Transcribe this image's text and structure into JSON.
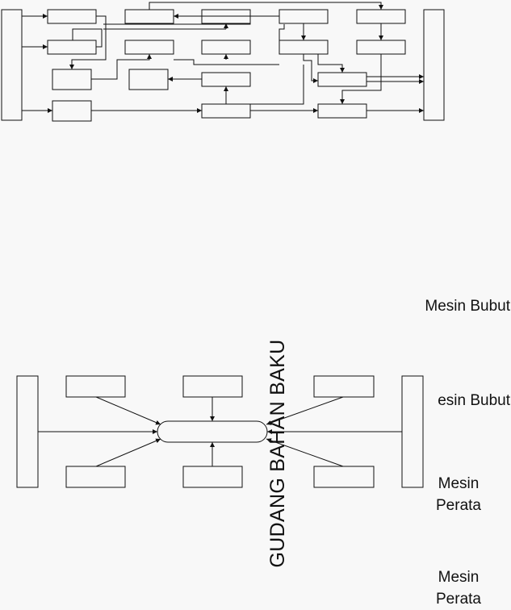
{
  "labels": {
    "mesin_bubut_1": "Mesin Bubut",
    "mesin_bubut_2": "esin Bubut",
    "mesin_perata_1": {
      "line1": "Mesin",
      "line2": "Perata"
    },
    "mesin_perata_2": {
      "line1": "Mesin",
      "line2": "Perata"
    },
    "gudang": "GUDANG BAHAN BAKU"
  },
  "colors": {
    "stroke": "#111111",
    "background": "#f8f8f8",
    "box_fill": "#f8f8f8"
  }
}
